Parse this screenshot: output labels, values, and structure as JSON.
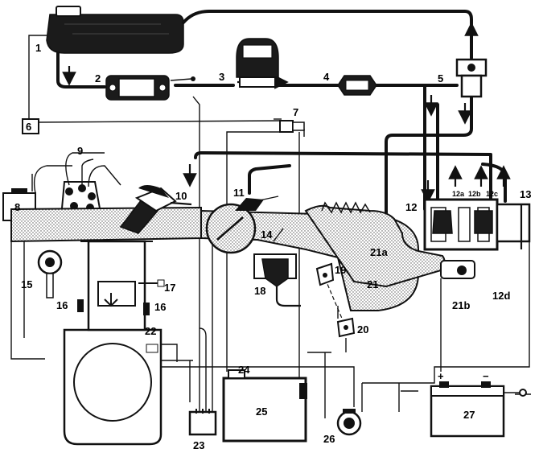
{
  "diagram": {
    "labels": {
      "l1": "1",
      "l2": "2",
      "l3": "3",
      "l4": "4",
      "l5": "5",
      "l6": "6",
      "l7": "7",
      "l8": "8",
      "l9": "9",
      "l10": "10",
      "l11": "11",
      "l12": "12",
      "l12a": "12a",
      "l12b": "12b",
      "l12c": "12c",
      "l12d": "12d",
      "l13": "13",
      "l14": "14",
      "l15": "15",
      "l16a": "16",
      "l16b": "16",
      "l17": "17",
      "l18": "18",
      "l19": "19",
      "l20": "20",
      "l21": "21",
      "l21a": "21a",
      "l21b": "21b",
      "l22": "22",
      "l23": "23",
      "l24": "24",
      "l25": "25",
      "l26": "26",
      "l27": "27"
    },
    "battery": {
      "plus": "+",
      "minus": "−"
    }
  }
}
